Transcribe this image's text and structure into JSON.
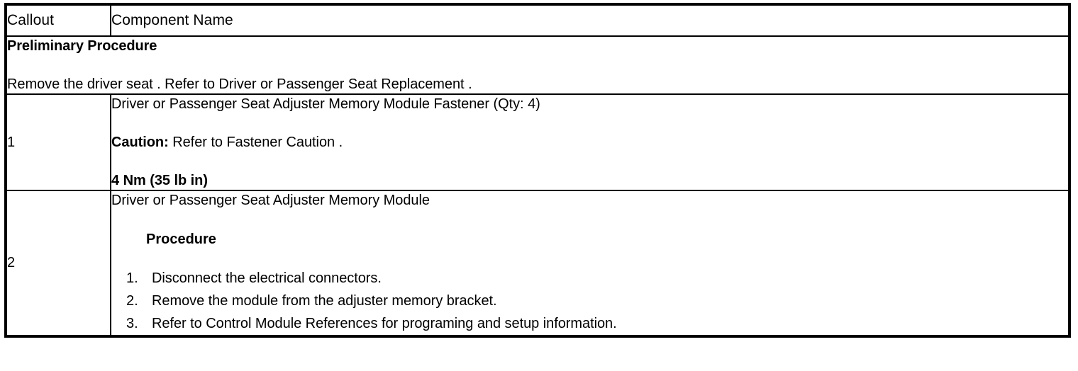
{
  "table": {
    "headers": {
      "callout": "Callout",
      "component": "Component Name"
    },
    "preliminary": {
      "title": "Preliminary Procedure",
      "text": "Remove the driver seat . Refer to Driver or Passenger Seat Replacement ."
    },
    "rows": [
      {
        "callout": "1",
        "name": "Driver or Passenger Seat Adjuster Memory Module Fastener (Qty: 4)",
        "caution_label": "Caution:",
        "caution_text": "Refer to Fastener Caution .",
        "torque": "4 Nm (35 lb in)"
      },
      {
        "callout": "2",
        "name": "Driver or Passenger Seat Adjuster Memory Module",
        "procedure_heading": "Procedure",
        "steps": [
          {
            "num": "1.",
            "text": "Disconnect the electrical connectors."
          },
          {
            "num": "2.",
            "text": "Remove the module from the adjuster memory bracket."
          },
          {
            "num": "3.",
            "text": "Refer to Control Module References for programing and setup information."
          }
        ]
      }
    ]
  },
  "colors": {
    "border": "#000000",
    "text": "#000000",
    "background": "#ffffff"
  }
}
